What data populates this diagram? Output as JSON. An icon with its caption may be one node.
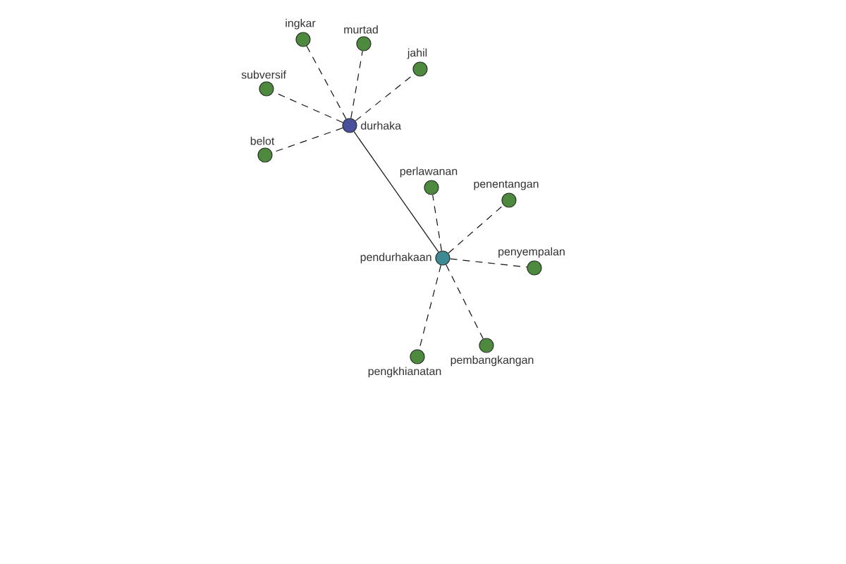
{
  "diagram": {
    "nodes": [
      {
        "text": [
          "ingkar"
        ]
      },
      {
        "text": [
          "murtad"
        ]
      },
      {
        "text": [
          "jahil"
        ]
      },
      {
        "text": [
          "subversif"
        ]
      },
      {
        "text": [
          "durhaka"
        ]
      },
      {
        "text": [
          "belot"
        ]
      },
      {
        "text": [
          "perlawanan"
        ]
      },
      {
        "text": [
          "penentangan"
        ]
      },
      {
        "text": [
          "pendurhakaan"
        ]
      },
      {
        "text": [
          "penyempalan"
        ]
      },
      {
        "text": [
          "pembangkangan"
        ]
      },
      {
        "text": [
          "pengkhianatan"
        ]
      }
    ],
    "edges": [
      {
        "from": 4,
        "to": 0,
        "arrow": "none",
        "style": "dashed"
      },
      {
        "from": 4,
        "to": 1,
        "arrow": "none",
        "style": "dashed"
      },
      {
        "from": 4,
        "to": 2,
        "arrow": "none",
        "style": "dashed"
      },
      {
        "from": 4,
        "to": 3,
        "arrow": "none",
        "style": "dashed"
      },
      {
        "from": 4,
        "to": 5,
        "arrow": "none",
        "style": "dashed"
      },
      {
        "from": 4,
        "to": 8,
        "arrow": "none"
      },
      {
        "from": 8,
        "to": 6,
        "arrow": "none",
        "style": "dashed"
      },
      {
        "from": 8,
        "to": 7,
        "arrow": "none",
        "style": "dashed"
      },
      {
        "from": 8,
        "to": 9,
        "arrow": "none",
        "style": "dashed"
      },
      {
        "from": 8,
        "to": 10,
        "arrow": "none",
        "style": "dashed"
      },
      {
        "from": 8,
        "to": 11,
        "arrow": "none",
        "style": "dashed"
      }
    ]
  }
}
